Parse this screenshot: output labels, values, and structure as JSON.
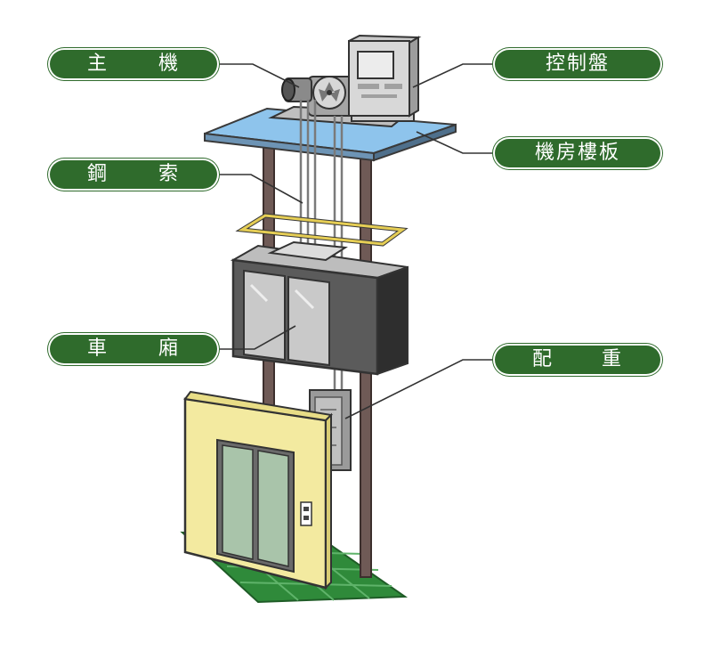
{
  "labels": {
    "main_machine": [
      "主",
      "機"
    ],
    "control_panel": "控制盤",
    "machine_room_floor": "機房樓板",
    "steel_rope": [
      "鋼",
      "索"
    ],
    "car": [
      "車",
      "廂"
    ],
    "counterweight": [
      "配",
      "重"
    ]
  },
  "colors": {
    "label_fill": "#2f6b2c",
    "floor_slab": "#8ec4ec",
    "door_frame": "#f3eaa0",
    "ground": "#2f8a3a",
    "rail": "#6f5a56",
    "car_body": "#5b5b5b",
    "glass": "#c9c9c9"
  }
}
